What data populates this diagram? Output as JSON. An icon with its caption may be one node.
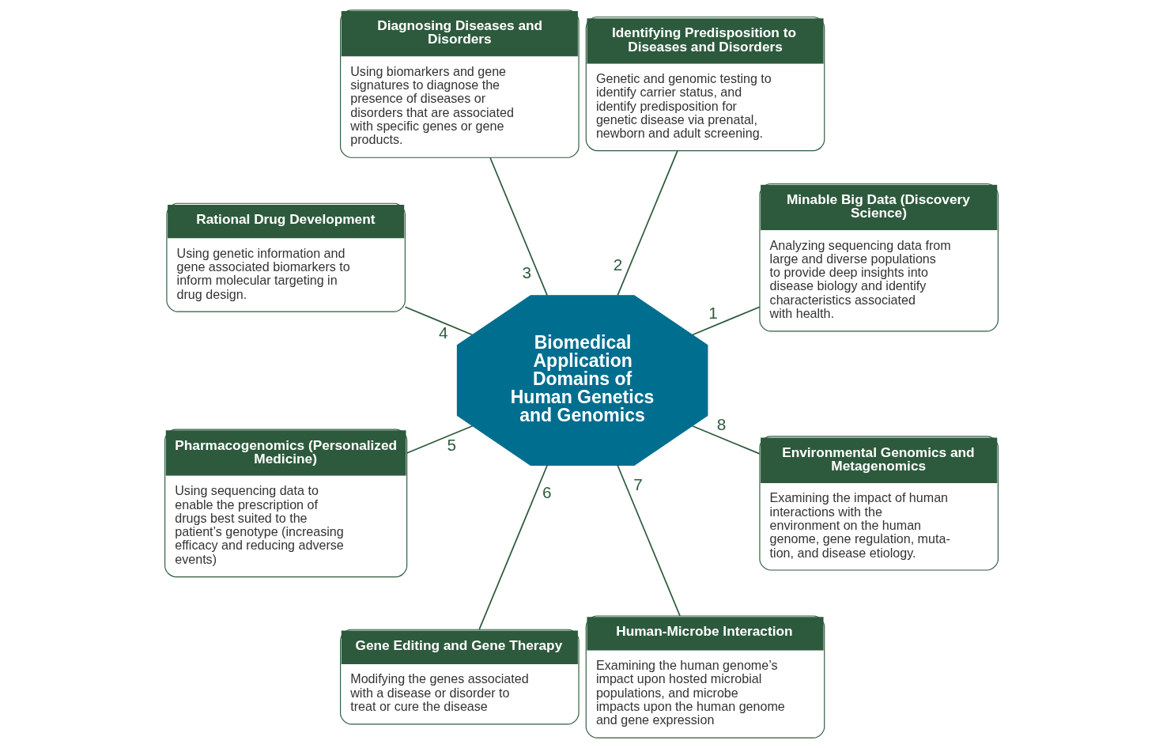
{
  "diagram": {
    "nodes": [
      {
        "text": [
          "Biomedical Application Domains of Human Genetics and Genomics"
        ]
      },
      {
        "text": [
          "Minable Big Data (Discovery Science)",
          "Analyzing sequencing data from large and diverse populations to provide deep insights into disease biology and identify characteristics associated with health."
        ]
      },
      {
        "text": [
          "Identifying Predisposition to Diseases and Disorders",
          "Genetic and genomic testing to identify carrier status, and identify predisposition for genetic disease via prenatal, newborn and adult screening."
        ]
      },
      {
        "text": [
          "Diagnosing Diseases and Disorders",
          "Using biomarkers and gene signatures to diagnose the presence of diseases or disorders that are associated with specific genes or gene products."
        ]
      },
      {
        "text": [
          "Rational Drug Development",
          "Using genetic information and gene associated biomarkers to inform molecular targeting in drug design."
        ]
      },
      {
        "text": [
          "Pharmacogenomics (Personalized Medicine)",
          "Using sequencing data to enable the prescription of drugs best suited to the patient’s genotype (increasing efficacy and reducing adverse events)"
        ]
      },
      {
        "text": [
          "Gene Editing and Gene Therapy",
          "Modifying the genes associated with a disease or disorder to treat or cure the disease"
        ]
      },
      {
        "text": [
          "Human-Microbe Interaction",
          "Examining the human genome’s impact upon hosted microbial populations, and microbe impacts upon the human genome and gene expression"
        ]
      },
      {
        "text": [
          "Environmental Genomics and Metagenomics",
          "Examining the impact of human interactions with the environment on the human genome, gene regulation, muta- tion, and disease etiology."
        ]
      }
    ],
    "edges": [
      {
        "from": 0,
        "to": 1,
        "arrow": "none",
        "label": "1"
      },
      {
        "from": 0,
        "to": 2,
        "arrow": "none",
        "label": "2"
      },
      {
        "from": 0,
        "to": 3,
        "arrow": "none",
        "label": "3"
      },
      {
        "from": 0,
        "to": 4,
        "arrow": "none",
        "label": "4"
      },
      {
        "from": 0,
        "to": 5,
        "arrow": "none",
        "label": "5"
      },
      {
        "from": 0,
        "to": 6,
        "arrow": "none",
        "label": "6"
      },
      {
        "from": 0,
        "to": 7,
        "arrow": "none",
        "label": "7"
      },
      {
        "from": 0,
        "to": 8,
        "arrow": "none",
        "label": "8"
      }
    ]
  }
}
